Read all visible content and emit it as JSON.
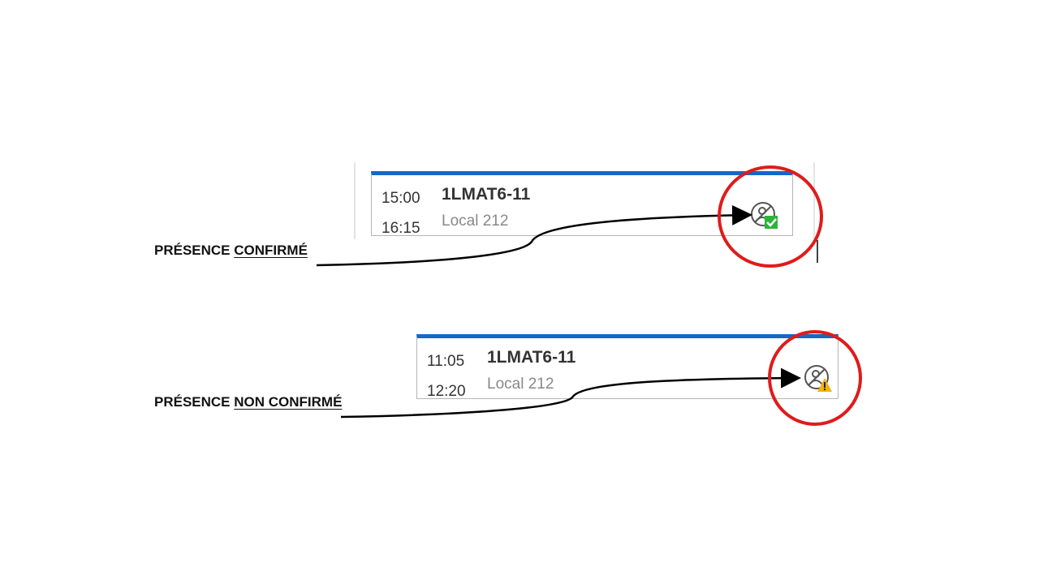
{
  "events": [
    {
      "start": "15:00",
      "end": "16:15",
      "course": "1LMAT6-11",
      "room": "Local 212",
      "status": "confirmed",
      "badge_color": "#2db33a",
      "label_prefix": "PRÉSENCE",
      "label_status": "CONFIRMÉ"
    },
    {
      "start": "11:05",
      "end": "12:20",
      "course": "1LMAT6-11",
      "room": "Local 212",
      "status": "unconfirmed",
      "badge_color": "#f2b400",
      "label_prefix": "PRÉSENCE",
      "label_status": "NON CONFIRMÉ"
    }
  ],
  "accent_color": "#1668c5",
  "highlight_color": "#e01b1b"
}
